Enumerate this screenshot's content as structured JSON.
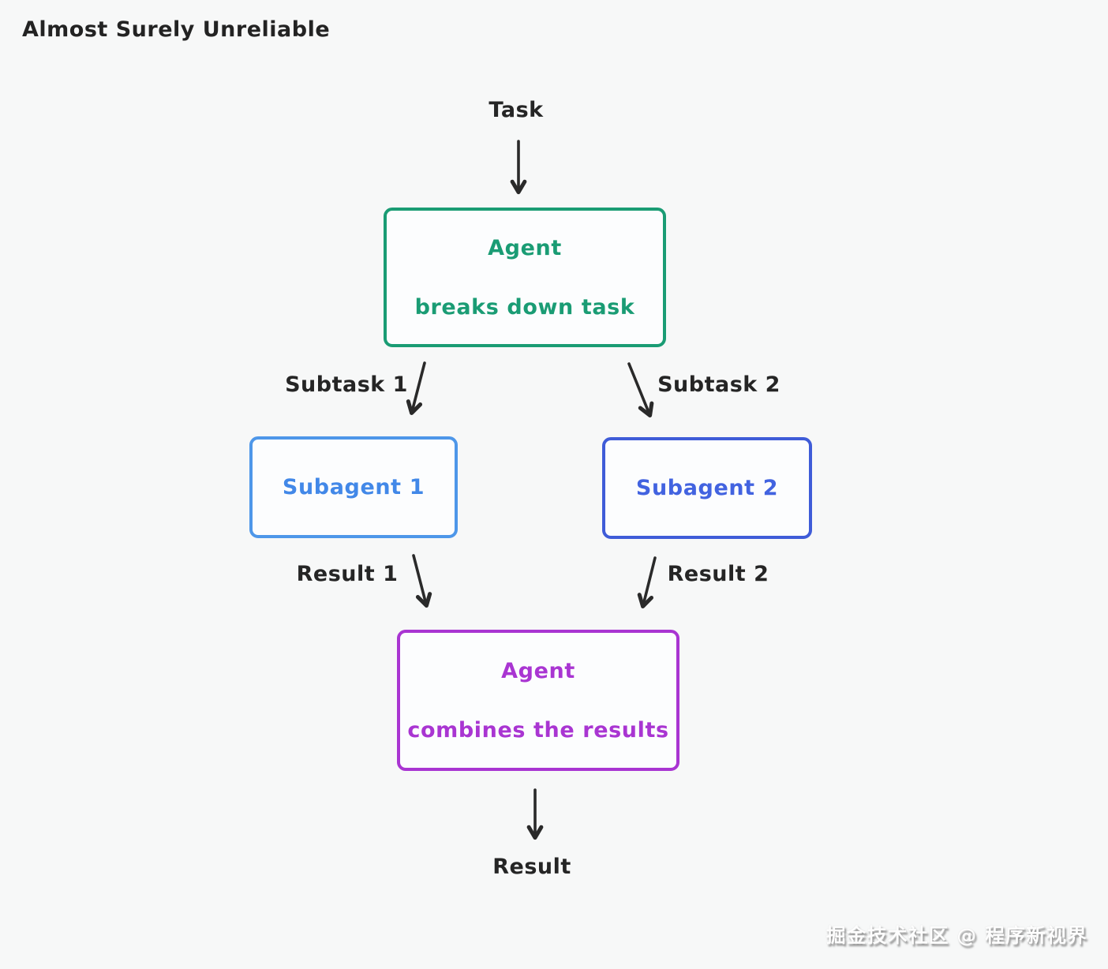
{
  "title": "Almost Surely Unreliable",
  "flow": {
    "task_label": "Task",
    "orchestrator": {
      "name": "Agent",
      "action": "breaks down task"
    },
    "subtask1_label": "Subtask 1",
    "subtask2_label": "Subtask 2",
    "subagent1_label": "Subagent 1",
    "subagent2_label": "Subagent 2",
    "result1_label": "Result 1",
    "result2_label": "Result 2",
    "combiner": {
      "name": "Agent",
      "action": "combines the results"
    },
    "result_label": "Result"
  },
  "colors": {
    "ink": "#2a2a2a",
    "orchestrator_green": "#1a9c74",
    "subagent1_blue": "#4e97e9",
    "subagent2_indigo": "#3f5cd8",
    "combiner_purple": "#a935d2",
    "background": "#f7f8f8"
  },
  "watermark": "掘金技术社区 @ 程序新视界"
}
